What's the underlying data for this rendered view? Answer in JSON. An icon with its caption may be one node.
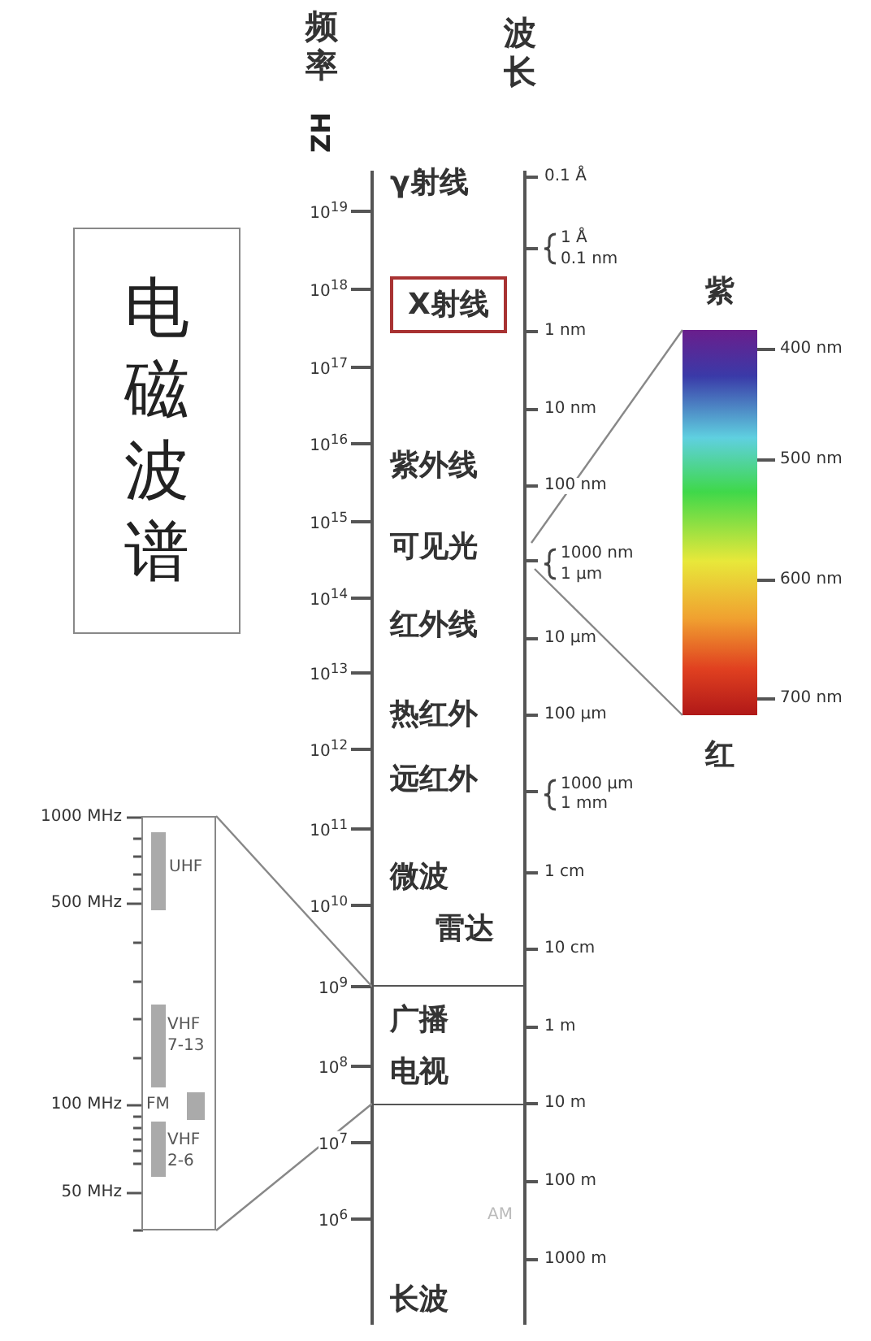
{
  "diagram": {
    "nodes": [
      {
        "text": [
          "电磁波谱"
        ]
      },
      {
        "text": [
          "X射线"
        ]
      },
      {
        "text": [
          "UHF",
          "VHF 7-13",
          "FM",
          "VHF 2-6"
        ]
      },
      {
        "text": [],
        "shape": "bar",
        "beside": [
          "紫",
          "红"
        ]
      },
      {
        "text": [
          "广播",
          "电视"
        ]
      }
    ],
    "edges": [
      {
        "from": null,
        "to": 3,
        "arrow": "none"
      },
      {
        "from": null,
        "to": 3,
        "arrow": "none"
      },
      {
        "from": 2,
        "to": 4,
        "arrow": "none"
      },
      {
        "from": 2,
        "to": 4,
        "arrow": "none"
      }
    ],
    "labels": [
      "频率",
      "ZH",
      "波长",
      "γ射线",
      "10$^{19}$",
      "0.1 Å",
      "1 Å",
      "0.1 nm",
      "10$^{18}$",
      "1 nm",
      "10$^{17}$",
      "10 nm",
      "10$^{16}$",
      "紫外线",
      "100 nm",
      "10$^{15}$",
      "可见光",
      "1000 nm",
      "1 μm",
      "400 nm",
      "500 nm",
      "600 nm",
      "700 nm",
      "10$^{14}$",
      "红外线",
      "10 μm",
      "10$^{13}$",
      "热红外",
      "100 μm",
      "10$^{12}$",
      "远红外",
      "1000 μm",
      "1 mm",
      "1000 MHz",
      "10$^{11}$",
      "微波",
      "1 cm",
      "500 MHz",
      "10$^{10}$",
      "雷达",
      "10 cm",
      "10$^{9}$",
      "1 m",
      "10$^{8}$",
      "100 MHz",
      "10 m",
      "10$^{7}$",
      "50 MHz",
      "100 m",
      "AM",
      "10$^{6}$",
      "1000 m",
      "长波"
    ]
  }
}
